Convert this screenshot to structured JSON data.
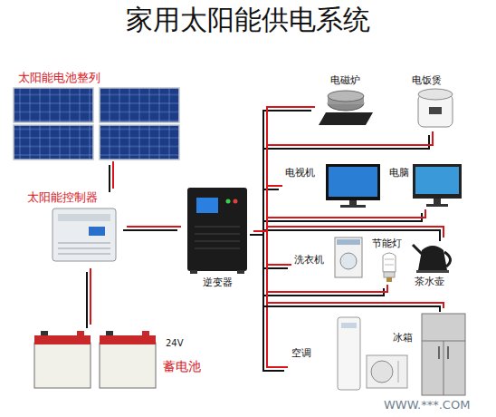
{
  "diagram": {
    "title": "家用太阳能供电系统",
    "nodes": [
      {
        "text": [
          "太阳能电池整列"
        ]
      },
      {
        "text": [
          "太阳能控制器"
        ]
      },
      {
        "text": [
          "逆变器"
        ]
      },
      {
        "text": [
          "蓄电池"
        ]
      },
      {
        "text": [
          "电磁炉"
        ]
      },
      {
        "text": [
          "电饭煲"
        ]
      },
      {
        "text": [
          "电视机"
        ]
      },
      {
        "text": [
          "电脑"
        ]
      },
      {
        "text": [
          "洗衣机"
        ]
      },
      {
        "text": [
          "节能灯"
        ]
      },
      {
        "text": [
          "茶水壶"
        ]
      },
      {
        "text": [
          "空调"
        ]
      },
      {
        "text": [
          "冰箱"
        ]
      }
    ],
    "edges": [
      {
        "from": 0,
        "to": 1,
        "arrow": "none"
      },
      {
        "from": 1,
        "to": 2,
        "arrow": "none"
      },
      {
        "from": 1,
        "to": 3,
        "arrow": "none"
      },
      {
        "from": 2,
        "to": 4,
        "arrow": "none"
      },
      {
        "from": 2,
        "to": 5,
        "arrow": "none"
      },
      {
        "from": 2,
        "to": 6,
        "arrow": "none"
      },
      {
        "from": 2,
        "to": 7,
        "arrow": "none"
      },
      {
        "from": 2,
        "to": 8,
        "arrow": "none"
      },
      {
        "from": 2,
        "to": 9,
        "arrow": "none"
      },
      {
        "from": 2,
        "to": 10,
        "arrow": "none"
      },
      {
        "from": 2,
        "to": 11,
        "arrow": "none"
      },
      {
        "from": 2,
        "to": 12,
        "arrow": "none"
      }
    ],
    "labels": [
      "24V",
      "WWW.***.COM"
    ]
  }
}
